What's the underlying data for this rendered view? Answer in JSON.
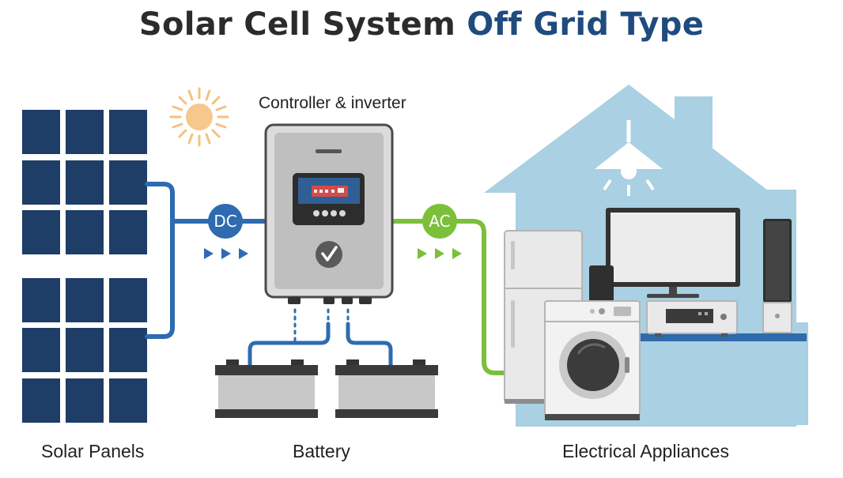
{
  "title": {
    "prefix": "Solar Cell System",
    "accent": "Off Grid Type"
  },
  "labels": {
    "solar_panels": "Solar Panels",
    "battery": "Battery",
    "controller": "Controller & inverter",
    "appliances": "Electrical Appliances"
  },
  "badges": {
    "dc": "DC",
    "ac": "AC"
  },
  "colors": {
    "panel": "#1e3d67",
    "dc_wire": "#2e6bb0",
    "ac_wire": "#7bbf3a",
    "house": "#a9d0e3",
    "sun": "#f5c887"
  }
}
